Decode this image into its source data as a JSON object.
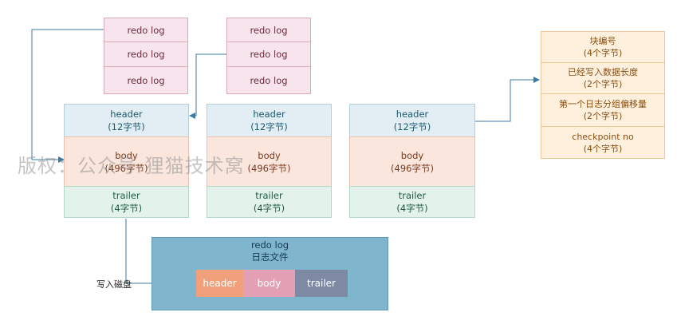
{
  "log_stack_1": [
    "redo log",
    "redo log",
    "redo log"
  ],
  "log_stack_2": [
    "redo log",
    "redo log",
    "redo log"
  ],
  "blocks": [
    {
      "header": "header",
      "header_size": "(12字节)",
      "body": "body",
      "body_size": "(496字节)",
      "trailer": "trailer",
      "trailer_size": "(4字节)"
    },
    {
      "header": "header",
      "header_size": "(12字节)",
      "body": "body",
      "body_size": "(496字节)",
      "trailer": "trailer",
      "trailer_size": "(4字节)"
    },
    {
      "header": "header",
      "header_size": "(12字节)",
      "body": "body",
      "body_size": "(496字节)",
      "trailer": "trailer",
      "trailer_size": "(4字节)"
    }
  ],
  "header_fields": [
    {
      "name": "块编号",
      "size": "(4个字节)"
    },
    {
      "name": "已经写入数据长度",
      "size": "(2个字节)"
    },
    {
      "name": "第一个日志分组偏移量",
      "size": "(2个字节)"
    },
    {
      "name": "checkpoint no",
      "size": "(4个字节)"
    }
  ],
  "file": {
    "title_line1": "redo log",
    "title_line2": "日志文件",
    "segments": [
      "header",
      "body",
      "trailer"
    ]
  },
  "write_label": "写入磁盘",
  "watermark": "版权：公众号-狸猫技术窝",
  "colors": {
    "seg_header": "#f0a07a",
    "seg_body": "#e3a0b4",
    "seg_trailer": "#7e8aa3",
    "connector": "#3d7aa0"
  }
}
